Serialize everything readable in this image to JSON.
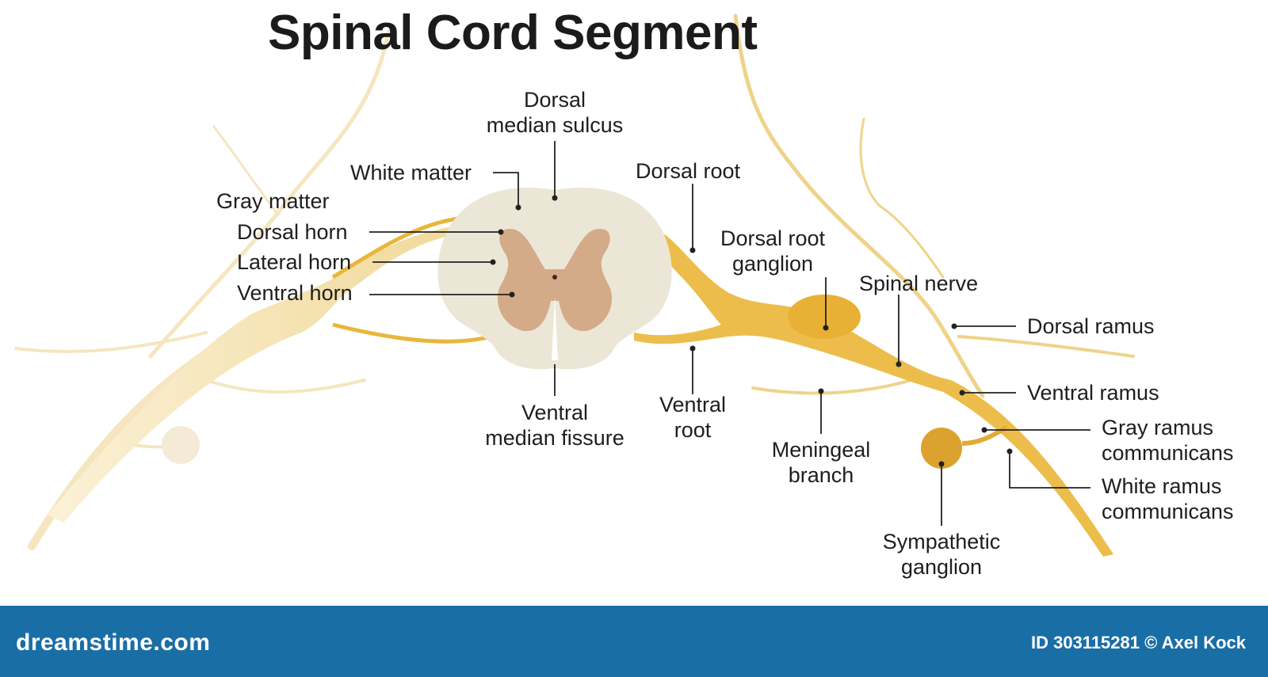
{
  "title": "Spinal Cord Segment",
  "labels": {
    "dorsal_median_sulcus": [
      "Dorsal",
      "median sulcus"
    ],
    "white_matter": "White matter",
    "gray_matter": "Gray matter",
    "dorsal_horn": "Dorsal horn",
    "lateral_horn": "Lateral horn",
    "ventral_horn": "Ventral horn",
    "dorsal_root": "Dorsal root",
    "dorsal_root_ganglion": [
      "Dorsal root",
      "ganglion"
    ],
    "spinal_nerve": "Spinal nerve",
    "dorsal_ramus": "Dorsal ramus",
    "ventral_ramus": "Ventral ramus",
    "gray_ramus_communicans": [
      "Gray ramus",
      "communicans"
    ],
    "white_ramus_communicans": [
      "White ramus",
      "communicans"
    ],
    "ventral_median_fissure": [
      "Ventral",
      "median fissure"
    ],
    "ventral_root": [
      "Ventral",
      "root"
    ],
    "meningeal_branch": [
      "Meningeal",
      "branch"
    ],
    "sympathetic_ganglion": [
      "Sympathetic",
      "ganglion"
    ]
  },
  "footer": {
    "brand": "dreamstime.com",
    "credit": "ID 303115281 © Axel Kock"
  },
  "colors": {
    "nerve": "#e9b63a",
    "nerve_light": "#f3dfa9",
    "white_matter": "#ece6d6",
    "gray_matter": "#d4ab88",
    "footer": "#1a6ea6"
  }
}
